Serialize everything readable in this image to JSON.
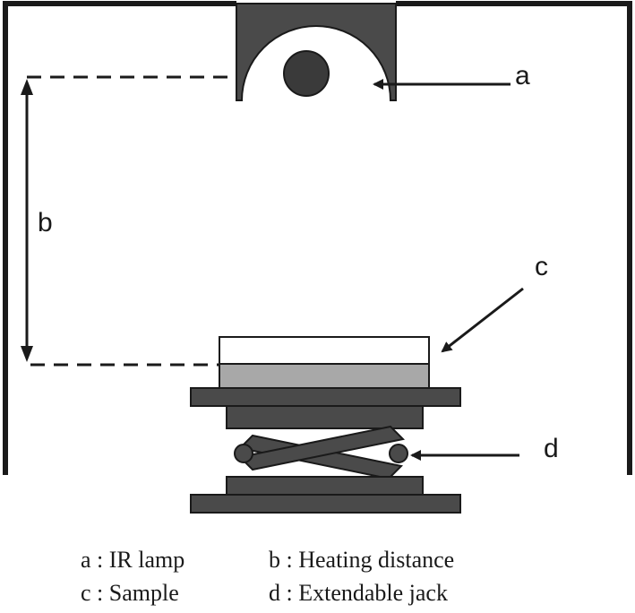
{
  "labels": {
    "a": "a",
    "b": "b",
    "c": "c",
    "d": "d"
  },
  "legend": [
    {
      "key": "a",
      "text": "a : IR lamp"
    },
    {
      "key": "b",
      "text": "b : Heating distance"
    },
    {
      "key": "c",
      "text": "c : Sample"
    },
    {
      "key": "d",
      "text": "d : Extendable jack"
    }
  ],
  "colors": {
    "line": "#1a1a1a",
    "dark_fill": "#4a4a4a",
    "lamp_fill": "#3a3a3a",
    "sample_top": "#ffffff",
    "sample_bottom": "#a8a8a8"
  }
}
